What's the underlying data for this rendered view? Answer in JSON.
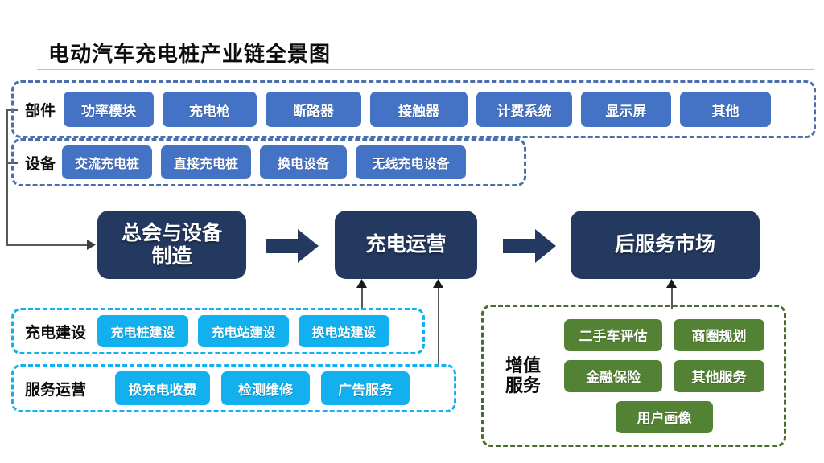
{
  "title": "电动汽车充电桩产业链全景图",
  "colors": {
    "component_pill": "#4472C4",
    "component_group_border": "#4A6FAF",
    "construction_pill": "#12B0EE",
    "construction_group_border": "#12B0EE",
    "value_added_pill": "#548235",
    "value_added_group_border": "#4C6B2F",
    "stage_box": "#24395F",
    "arrow": "#24395F",
    "connector_line": "#595959",
    "title_rule": "#BFBFBF",
    "background": "#FFFFFF"
  },
  "groups": {
    "components": {
      "label": "部件",
      "items": [
        "功率模块",
        "充电枪",
        "断路器",
        "接触器",
        "计费系统",
        "显示屏",
        "其他"
      ]
    },
    "equipment": {
      "label": "设备",
      "items": [
        "交流充电桩",
        "直接充电桩",
        "换电设备",
        "无线充电设备"
      ]
    },
    "charging_construction": {
      "label": "充电建设",
      "items": [
        "充电桩建设",
        "充电站建设",
        "换电站建设"
      ]
    },
    "service_operation": {
      "label": "服务运营",
      "items": [
        "换充电收费",
        "检测维修",
        "广告服务"
      ]
    },
    "value_added": {
      "label_line1": "增值",
      "label_line2": "服务",
      "items": [
        "二手车评估",
        "商圈规划",
        "金融保险",
        "其他服务",
        "用户画像"
      ]
    }
  },
  "stages": {
    "manufacturing": {
      "line1": "总会与设备",
      "line2": "制造"
    },
    "operation": {
      "line1": "充电运营"
    },
    "aftermarket": {
      "line1": "后服务市场"
    }
  },
  "connectors": {
    "arrow1_name": "arrow-manufacturing-to-operation",
    "arrow2_name": "arrow-operation-to-aftermarket"
  }
}
